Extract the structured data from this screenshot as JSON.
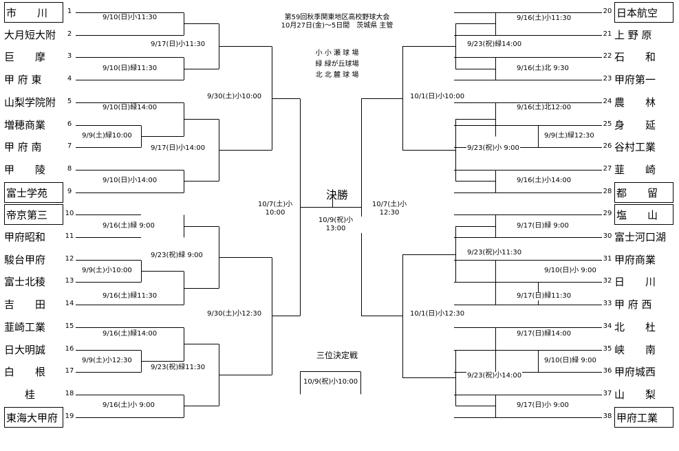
{
  "header": {
    "tournament": "第59回秋季関東地区高校野球大会",
    "dates": "10月27日(金)～5日間　茨城県 主管",
    "venues": [
      "小 小 瀬 球 場",
      "緑 緑が丘球場",
      "北 北 麓 球 場"
    ]
  },
  "final": {
    "title": "決勝",
    "date_line1": "10/9(祝)小",
    "date_line2": "13:00"
  },
  "third_place": {
    "title": "三位決定戦",
    "date": "10/9(祝)小10:00"
  },
  "left_teams": [
    {
      "name": "市　　川",
      "seed": "1",
      "boxed": true
    },
    {
      "name": "大月短大附",
      "seed": "2",
      "boxed": false
    },
    {
      "name": "巨　　摩",
      "seed": "3",
      "boxed": false
    },
    {
      "name": "甲 府 東",
      "seed": "4",
      "boxed": false
    },
    {
      "name": "山梨学院附",
      "seed": "5",
      "boxed": false
    },
    {
      "name": "増穂商業",
      "seed": "6",
      "boxed": false
    },
    {
      "name": "甲 府 南",
      "seed": "7",
      "boxed": false
    },
    {
      "name": "甲　　陵",
      "seed": "8",
      "boxed": false
    },
    {
      "name": "富士学苑",
      "seed": "9",
      "boxed": true
    },
    {
      "name": "帝京第三",
      "seed": "10",
      "boxed": true
    },
    {
      "name": "甲府昭和",
      "seed": "11",
      "boxed": false
    },
    {
      "name": "駿台甲府",
      "seed": "12",
      "boxed": false
    },
    {
      "name": "富士北稜",
      "seed": "13",
      "boxed": false
    },
    {
      "name": "吉　　田",
      "seed": "14",
      "boxed": false
    },
    {
      "name": "韮崎工業",
      "seed": "15",
      "boxed": false
    },
    {
      "name": "日大明誠",
      "seed": "16",
      "boxed": false
    },
    {
      "name": "白　　根",
      "seed": "17",
      "boxed": false
    },
    {
      "name": "　　桂",
      "seed": "18",
      "boxed": false
    },
    {
      "name": "東海大甲府",
      "seed": "19",
      "boxed": true
    }
  ],
  "right_teams": [
    {
      "name": "日本航空",
      "seed": "20",
      "boxed": true
    },
    {
      "name": "上 野 原",
      "seed": "21",
      "boxed": false
    },
    {
      "name": "石　　和",
      "seed": "22",
      "boxed": false
    },
    {
      "name": "甲府第一",
      "seed": "23",
      "boxed": false
    },
    {
      "name": "農　　林",
      "seed": "24",
      "boxed": false
    },
    {
      "name": "身　　延",
      "seed": "25",
      "boxed": false
    },
    {
      "name": "谷村工業",
      "seed": "26",
      "boxed": false
    },
    {
      "name": "韮　　崎",
      "seed": "27",
      "boxed": false
    },
    {
      "name": "都　　留",
      "seed": "28",
      "boxed": true
    },
    {
      "name": "塩　　山",
      "seed": "29",
      "boxed": true
    },
    {
      "name": "富士河口湖",
      "seed": "30",
      "boxed": false
    },
    {
      "name": "甲府商業",
      "seed": "31",
      "boxed": false
    },
    {
      "name": "日　　川",
      "seed": "32",
      "boxed": false
    },
    {
      "name": "甲 府 西",
      "seed": "33",
      "boxed": false
    },
    {
      "name": "北　　杜",
      "seed": "34",
      "boxed": false
    },
    {
      "name": "峡　　南",
      "seed": "35",
      "boxed": false
    },
    {
      "name": "甲府城西",
      "seed": "36",
      "boxed": false
    },
    {
      "name": "山　　梨",
      "seed": "37",
      "boxed": false
    },
    {
      "name": "甲府工業",
      "seed": "38",
      "boxed": true
    }
  ],
  "match_labels": [
    "9/10(日)小11:30",
    "9/17(日)小11:30",
    "9/10(日)緑11:30",
    "9/10(日)緑14:00",
    "9/9(土)緑10:00",
    "9/17(日)小14:00",
    "9/10(日)小14:00",
    "9/30(土)小10:00",
    "9/16(土)緑 9:00",
    "9/23(祝)緑 9:00",
    "9/9(土)小10:00",
    "9/16(土)緑11:30",
    "9/16(土)緑14:00",
    "9/9(土)小12:30",
    "9/23(祝)緑11:30",
    "9/16(土)小 9:00",
    "9/30(土)小12:30",
    "9/16(土)小11:30",
    "9/23(祝)緑14:00",
    "9/16(土)北 9:30",
    "10/1(日)小10:00",
    "9/16(土)北12:00",
    "9/9(土)緑12:30",
    "9/23(祝)小 9:00",
    "9/16(土)小14:00",
    "9/17(日)緑 9:00",
    "9/23(祝)小11:30",
    "9/10(日)小 9:00",
    "9/17(日)緑11:30",
    "10/1(日)小12:30",
    "9/17(日)緑14:00",
    "9/10(日)緑 9:00",
    "9/23(祝)小14:00",
    "9/17(日)小 9:00"
  ],
  "semi_labels": {
    "left_line1": "10/7(土)小",
    "left_line2": "10:00",
    "right_line1": "10/7(土)小",
    "right_line2": "12:30"
  }
}
